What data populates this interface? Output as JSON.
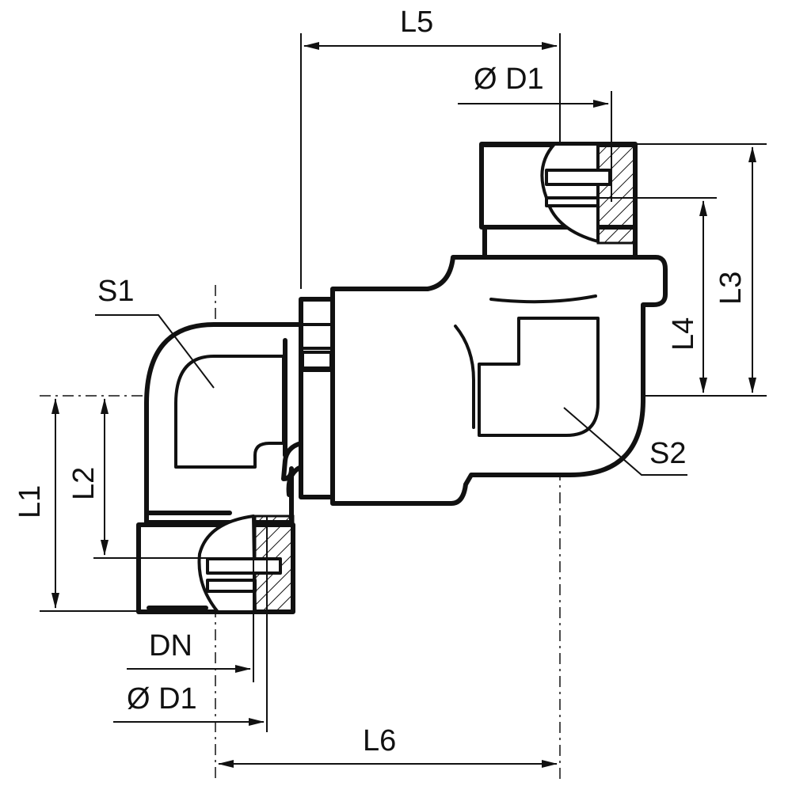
{
  "labels": {
    "L1": "L1",
    "L2": "L2",
    "L3": "L3",
    "L4": "L4",
    "L5": "L5",
    "L6": "L6",
    "S1": "S1",
    "S2": "S2",
    "DN": "DN",
    "D1_top": "Ø D1",
    "D1_bottom": "Ø D1"
  }
}
